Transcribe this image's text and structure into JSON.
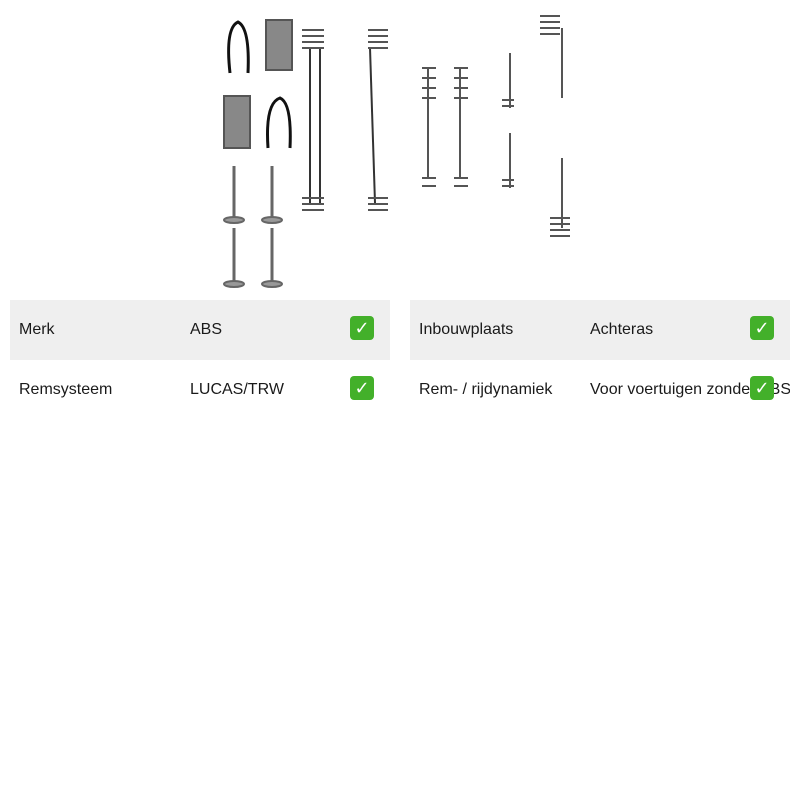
{
  "product_image": {
    "icon": "brake-spring-accessory-kit-photo"
  },
  "specs_left": [
    {
      "label": "Merk",
      "value": "ABS",
      "icon": "check-icon"
    },
    {
      "label": "Remsysteem",
      "value": "LUCAS/TRW",
      "icon": "check-icon"
    }
  ],
  "specs_right": [
    {
      "label": "Inbouwplaats",
      "value": "Achteras",
      "icon": "check-icon"
    },
    {
      "label": "Rem- / rijdynamiek",
      "value": "Voor voertuigen zonder ABS",
      "icon": "check-icon"
    }
  ],
  "colors": {
    "row_shade": "#efefef",
    "check_green": "#43b02a"
  }
}
